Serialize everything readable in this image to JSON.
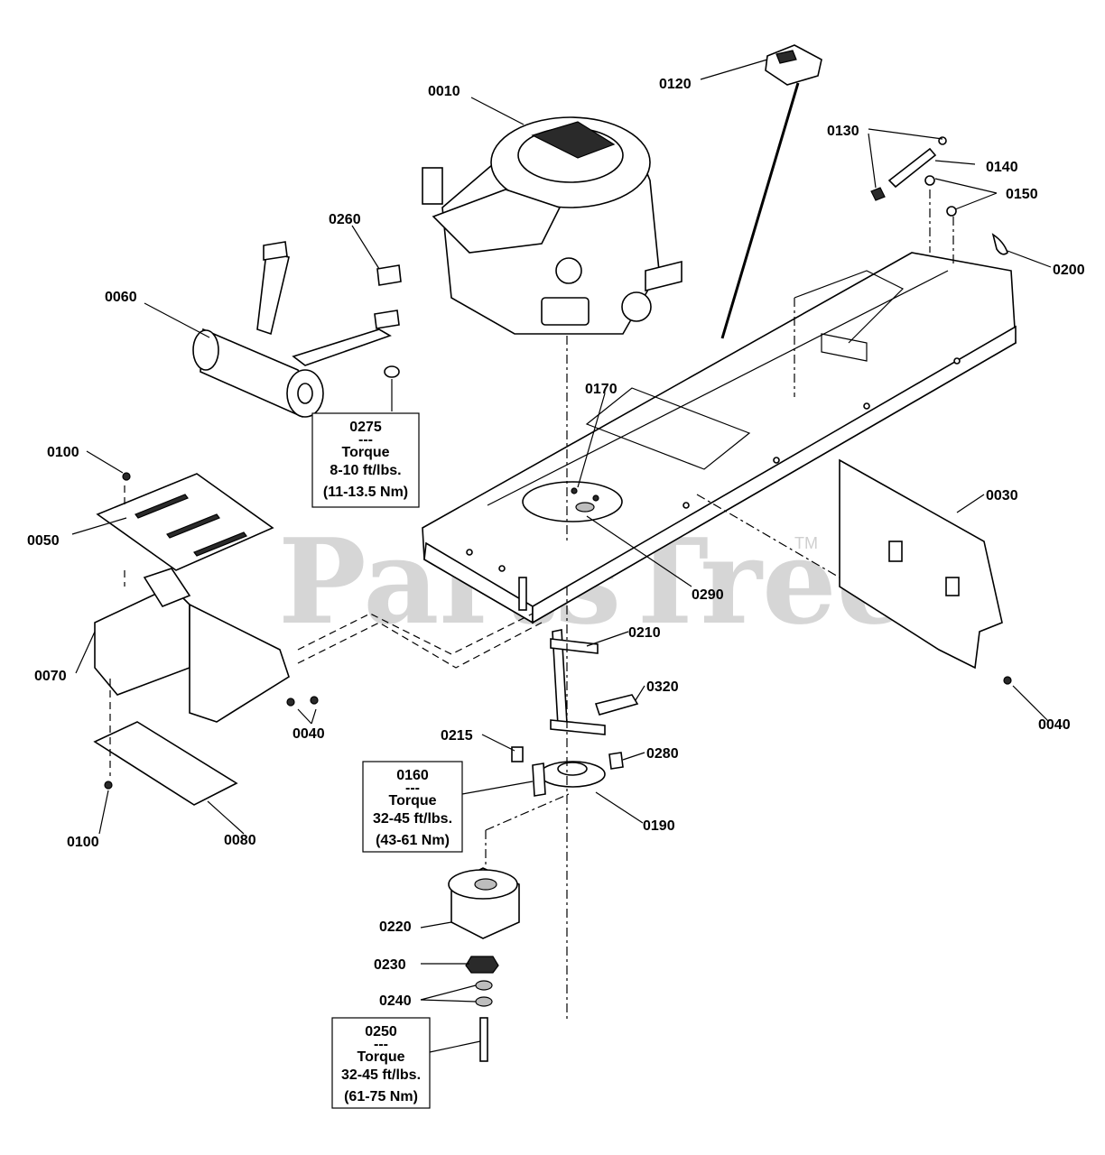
{
  "watermark": {
    "text": "PartsTree",
    "tm": "TM"
  },
  "callouts": {
    "p0010": "0010",
    "p0120": "0120",
    "p0130": "0130",
    "p0140": "0140",
    "p0150": "0150",
    "p0200": "0200",
    "p0260": "0260",
    "p0060": "0060",
    "p0100a": "0100",
    "p0050": "0050",
    "p0170": "0170",
    "p0030": "0030",
    "p0290": "0290",
    "p0070": "0070",
    "p0040a": "0040",
    "p0210": "0210",
    "p0320": "0320",
    "p0040b": "0040",
    "p0215": "0215",
    "p0280": "0280",
    "p0190": "0190",
    "p0100b": "0100",
    "p0080": "0080",
    "p0220": "0220",
    "p0230": "0230",
    "p0240": "0240"
  },
  "torque_boxes": {
    "b0275": {
      "part": "0275",
      "sep": "---",
      "title": "Torque",
      "spec": "8-10 ft/lbs.",
      "metric": "(11-13.5 Nm)"
    },
    "b0160": {
      "part": "0160",
      "sep": "---",
      "title": "Torque",
      "spec": "32-45 ft/lbs.",
      "metric": "(43-61 Nm)"
    },
    "b0250": {
      "part": "0250",
      "sep": "---",
      "title": "Torque",
      "spec": "32-45 ft/lbs.",
      "metric": "(61-75 Nm)"
    }
  }
}
